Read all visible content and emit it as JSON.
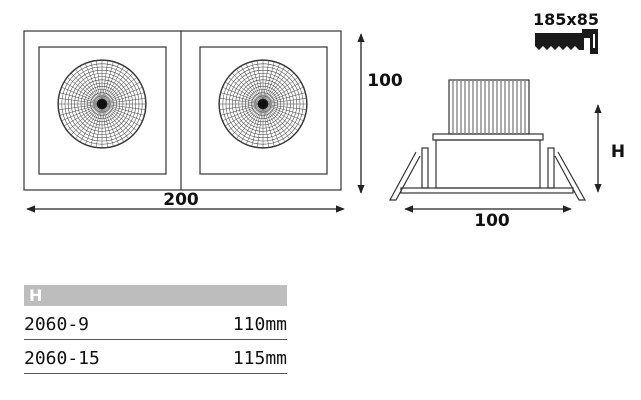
{
  "dimensions": {
    "width_label": "200",
    "height_label": "100",
    "side_width_label": "100",
    "side_height_label": "H",
    "cutout_label": "185x85"
  },
  "table": {
    "header": "H",
    "rows": [
      {
        "model": "2060-9",
        "height": "110mm"
      },
      {
        "model": "2060-15",
        "height": "115mm"
      }
    ]
  }
}
